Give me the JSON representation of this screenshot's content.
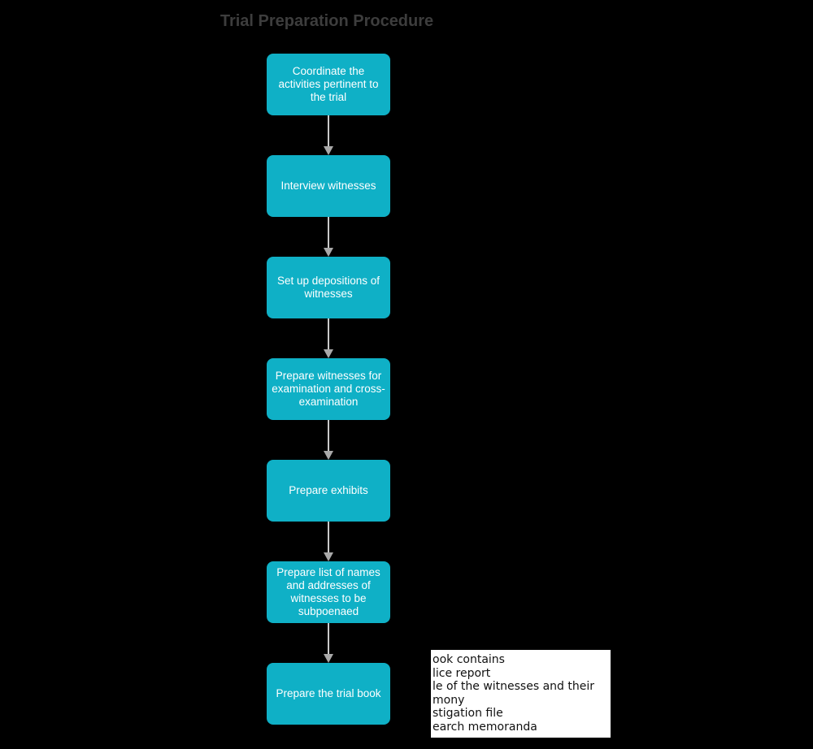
{
  "title": "Trial Preparation Procedure",
  "flowchart": {
    "nodes": [
      {
        "label": "Coordinate the activities pertinent to the trial"
      },
      {
        "label": "Interview witnesses"
      },
      {
        "label": "Set up depositions of witnesses"
      },
      {
        "label": "Prepare witnesses for examination and cross-examination"
      },
      {
        "label": "Prepare exhibits"
      },
      {
        "label": "Prepare list of names and addresses of witnesses to be subpoenaed"
      },
      {
        "label": "Prepare the trial book"
      }
    ]
  },
  "note": {
    "lines": [
      "ook contains",
      "lice report",
      "le of the witnesses and their",
      "mony",
      "stigation file",
      "earch memoranda"
    ]
  },
  "colors": {
    "background": "#000000",
    "node_fill": "#0fb0c6",
    "node_text": "#ffffff",
    "title_text": "#3d3d3d",
    "arrow_line": "#c9c9c9",
    "arrow_head": "#a9a9a9",
    "note_bg": "#ffffff",
    "note_text": "#111111"
  }
}
